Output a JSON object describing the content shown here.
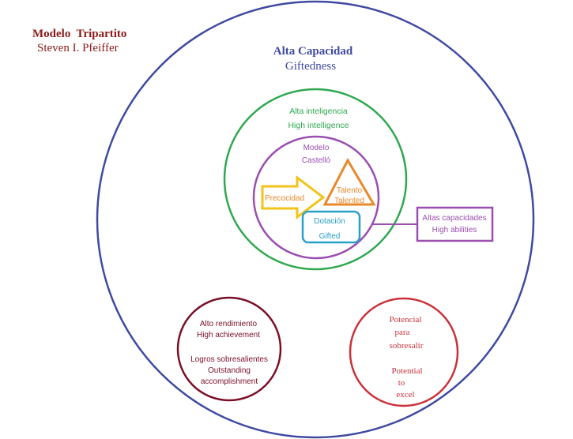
{
  "header": {
    "title": "Modelo  Tripartito",
    "author": "Steven I. Pfeiffer"
  },
  "outer": {
    "title": "Alta Capacidad",
    "subtitle": "Giftedness"
  },
  "intelligence": {
    "line1": "Alta inteligencia",
    "line2": "High intelligence"
  },
  "castello": {
    "line1": "Modelo",
    "line2": "Castelló"
  },
  "precocidad": {
    "label": "Precocidad"
  },
  "talento": {
    "line1": "Talento",
    "line2": "Talented"
  },
  "dotacion": {
    "line1": "Dotación",
    "line2": "Gifted"
  },
  "altas": {
    "line1": "Altas capacidades",
    "line2": "High abilities"
  },
  "rendimiento": {
    "line1": "Alto rendimiento",
    "line2": "High achievement",
    "line3": "Logros sobresalientes",
    "line4": "Outstanding",
    "line5": "accomplishment"
  },
  "potencial": {
    "line1": "Potencial",
    "line2": "para",
    "line3": "sobresalir",
    "line4": "Potential",
    "line5": "to",
    "line6": "excel"
  },
  "colors": {
    "outer": "#3f4aa1",
    "green": "#2fa84f",
    "purple": "#9a4fb0",
    "orange": "#e8892a",
    "yellow": "#f2c31b",
    "cyan": "#2aa0c8",
    "maroon": "#7a1028",
    "red": "#c8323c",
    "title": "#8b1a1a"
  }
}
